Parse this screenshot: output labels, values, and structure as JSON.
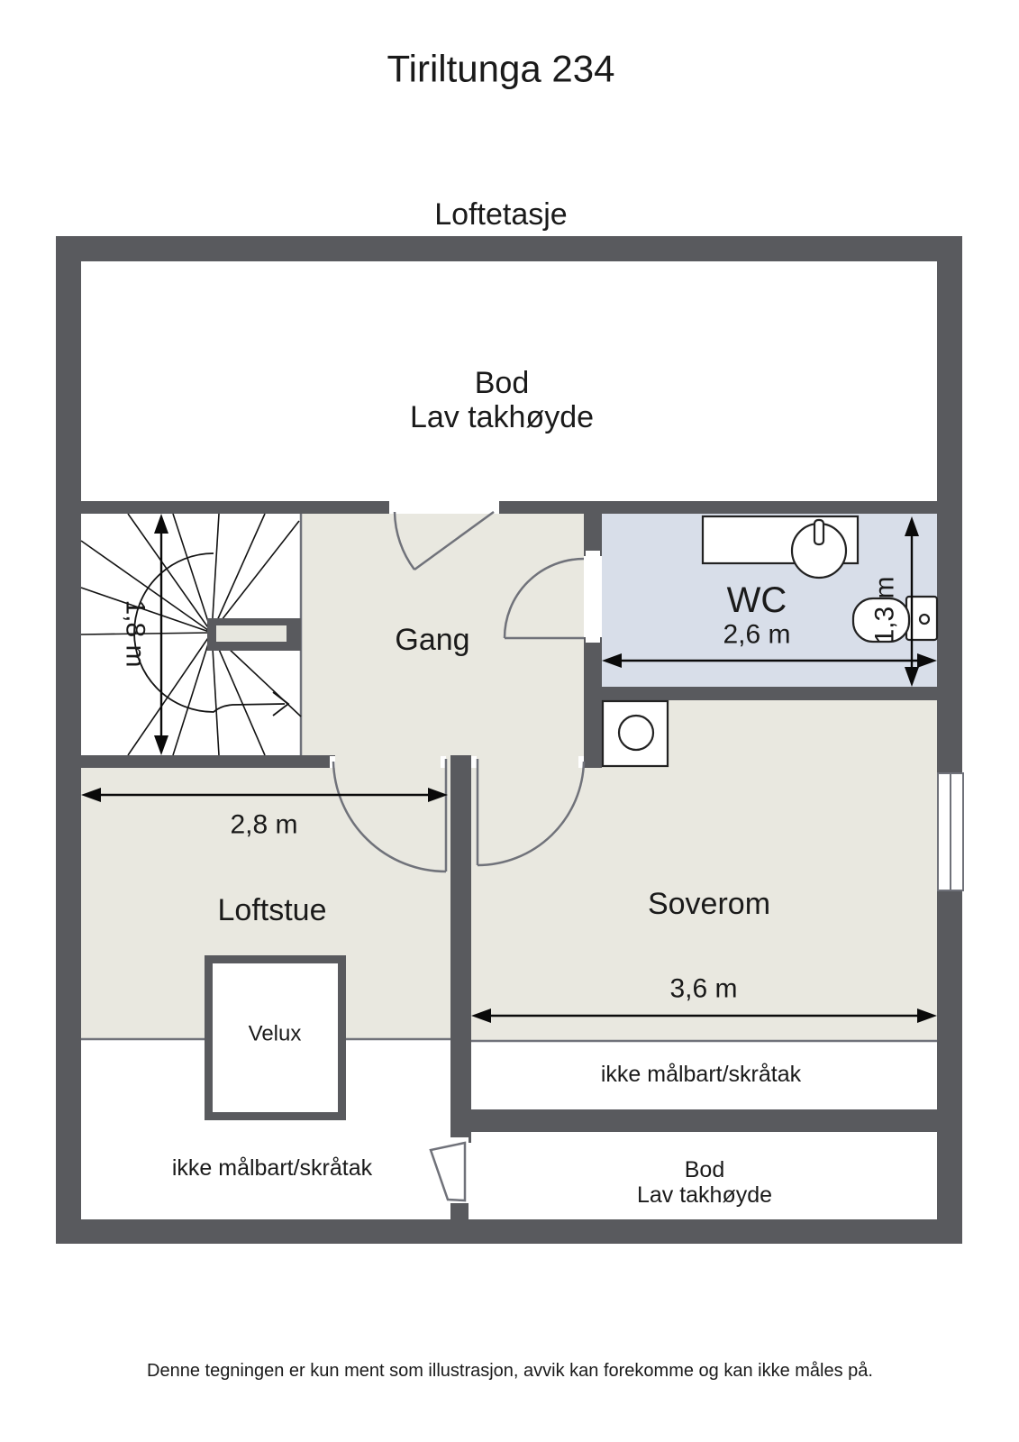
{
  "page": {
    "title": "Tiriltunga 234",
    "floor": "Loftetasje",
    "disclaimer": "Denne tegningen er kun ment som illustrasjon, avvik kan forekomme og kan ikke måles på."
  },
  "colors": {
    "wall": "#595a5e",
    "floor_beige": "#e9e8e0",
    "floor_wc": "#d8dee9",
    "railing_inner": "#e7e7df",
    "white": "#ffffff"
  },
  "rooms": {
    "bod_top": {
      "label": "Bod",
      "note": "Lav takhøyde"
    },
    "gang": {
      "label": "Gang"
    },
    "wc": {
      "label": "WC",
      "width_dim": "2,6 m",
      "depth_dim": "1,3 m"
    },
    "loftstue": {
      "label": "Loftstue",
      "width_dim": "2,8 m"
    },
    "soverom": {
      "label": "Soverom",
      "width_dim": "3,6 m"
    },
    "bod_bottom": {
      "label": "Bod",
      "note": "Lav takhøyde"
    }
  },
  "stairs": {
    "height_dim": "1,8 m"
  },
  "annotations": {
    "velux": "Velux",
    "sloped_left": "ikke målbart/skråtak",
    "sloped_right": "ikke målbart/skråtak"
  }
}
